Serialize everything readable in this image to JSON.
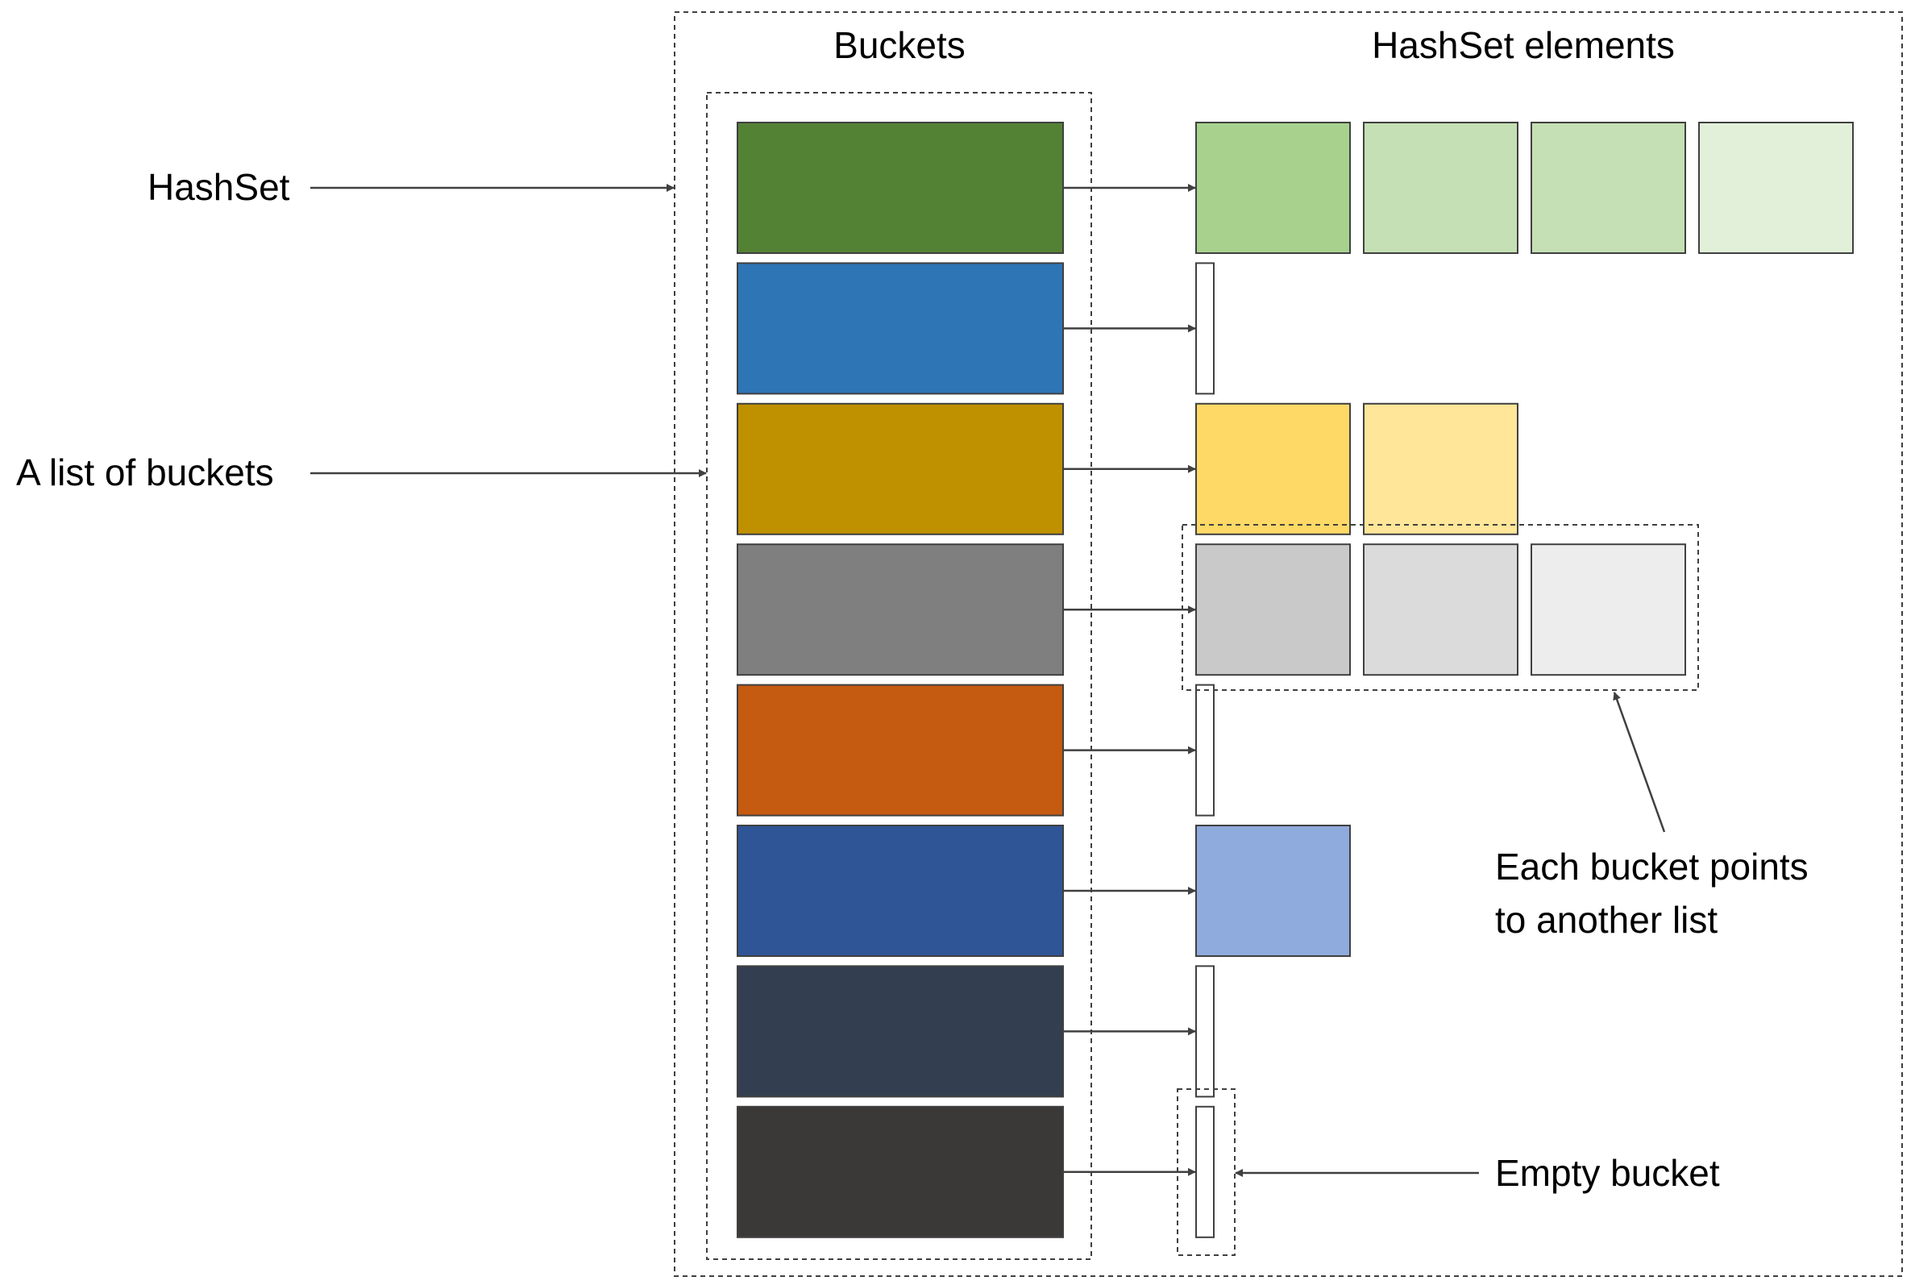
{
  "headers": {
    "buckets": "Buckets",
    "elements": "HashSet elements"
  },
  "callouts": {
    "hashset": "HashSet",
    "bucket_list": "A list of buckets",
    "points_line1": "Each bucket points",
    "points_line2": "to another list",
    "empty": "Empty bucket"
  },
  "buckets": [
    {
      "color": "#548235",
      "elements": [
        "#a9d18e",
        "#c5e0b4",
        "#c5e0b4",
        "#e2f0d9"
      ]
    },
    {
      "color": "#2e75b6",
      "elements": []
    },
    {
      "color": "#bf9000",
      "elements": [
        "#ffd966",
        "#ffe699"
      ]
    },
    {
      "color": "#7f7f7f",
      "elements": [
        "#c9c9c9",
        "#dbdbdb",
        "#ededed"
      ]
    },
    {
      "color": "#c55a11",
      "elements": []
    },
    {
      "color": "#2f5597",
      "elements": [
        "#8faadc"
      ]
    },
    {
      "color": "#333f50",
      "elements": []
    },
    {
      "color": "#3b3838",
      "elements": []
    }
  ]
}
